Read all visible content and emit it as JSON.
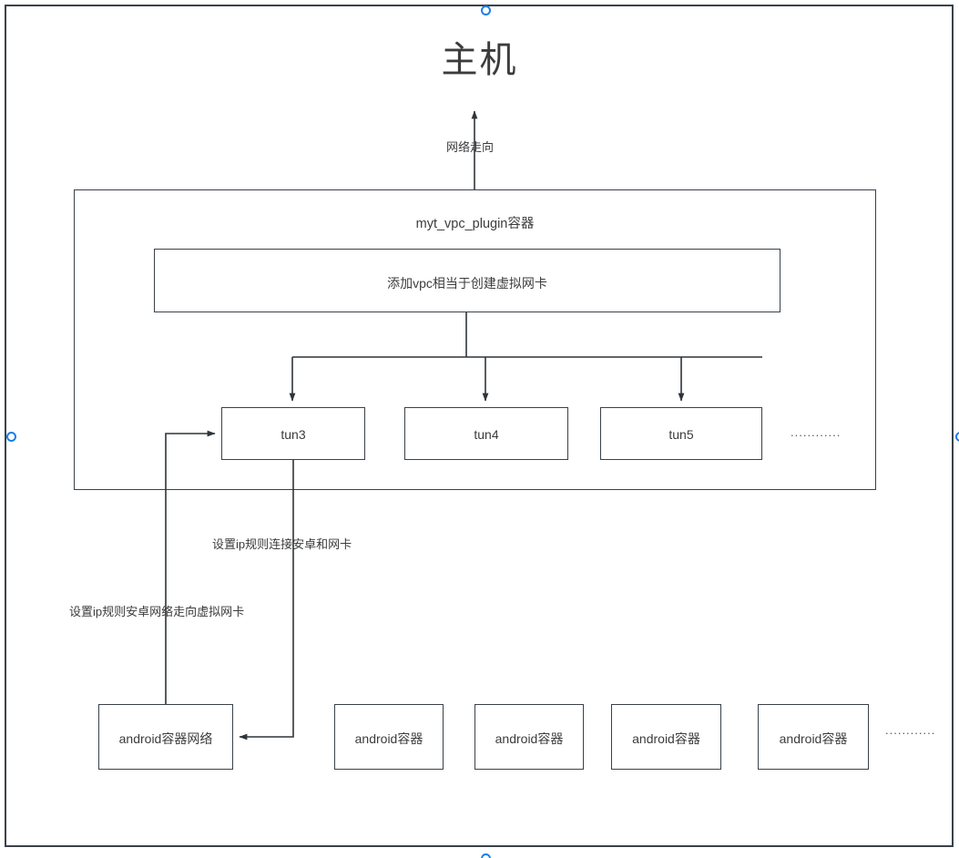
{
  "diagram": {
    "title": "主机",
    "colors": {
      "stroke": "#3a4149",
      "text": "#3c3c3c",
      "background": "#ffffff",
      "handle": "#1a7ee8"
    },
    "plugin_container": {
      "label": "myt_vpc_plugin容器"
    },
    "vpc_box": {
      "label": "添加vpc相当于创建虚拟网卡"
    },
    "tun_boxes": [
      {
        "label": "tun3"
      },
      {
        "label": "tun4"
      },
      {
        "label": "tun5"
      }
    ],
    "tun_ellipsis": "............",
    "android_boxes": [
      {
        "label": "android容器网络"
      },
      {
        "label": "android容器"
      },
      {
        "label": "android容器"
      },
      {
        "label": "android容器"
      },
      {
        "label": "android容器"
      }
    ],
    "android_ellipsis": "............",
    "edge_labels": {
      "network_flow": "网络走向",
      "ip_rule_link_android_nic": "设置ip规则连接安卓和网卡",
      "ip_rule_android_route_to_vnic": "设置ip规则安卓网络走向虚拟网卡"
    }
  }
}
